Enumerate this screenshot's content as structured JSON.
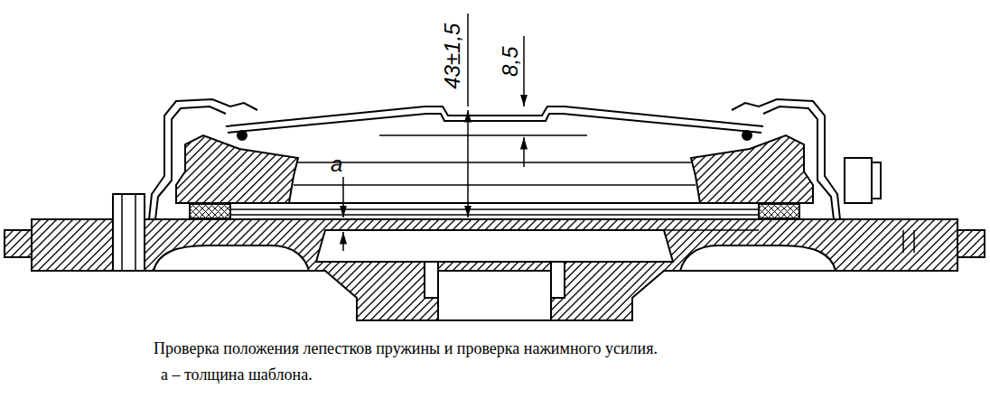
{
  "diagram": {
    "caption": "Проверка положения лепестков пружины и проверка нажимного усилия.",
    "labels": [
      "43±1,5",
      "8,5",
      "a",
      "а – толщина шаблона."
    ]
  }
}
